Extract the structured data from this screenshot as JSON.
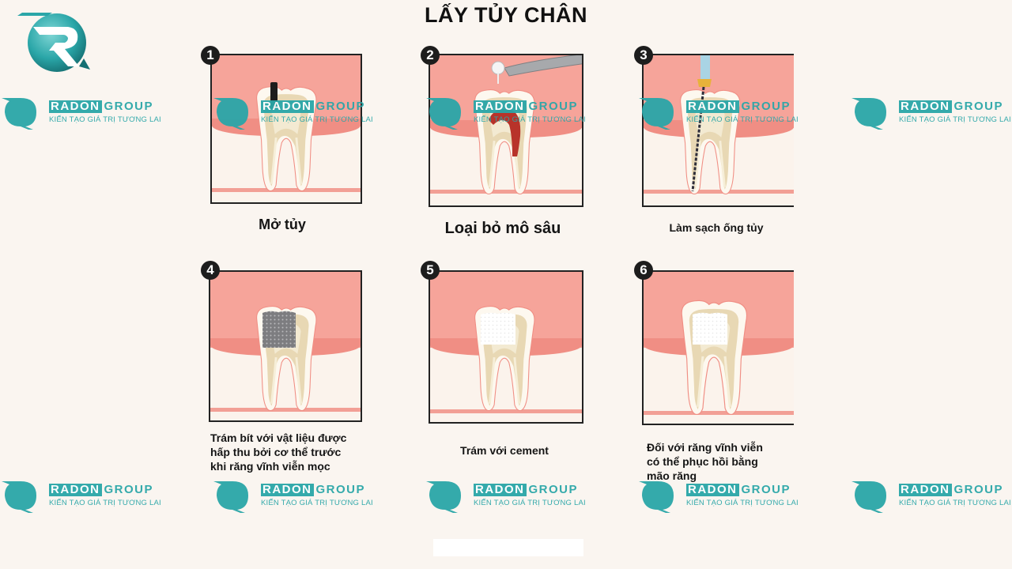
{
  "title": "LẤY TỦY CHÂN",
  "logo": {
    "brand_primary": "RADON",
    "brand_secondary": "GROUP",
    "tagline": "KIẾN TẠO GIÁ TRỊ TƯƠNG LAI",
    "icon": "radon-r-logo-icon",
    "color": "#2aa6a8"
  },
  "colors": {
    "gum": "#f6a49a",
    "gum_band": "#f08e84",
    "bone": "#fbf3ec",
    "tooth_enamel": "#fdf8ef",
    "tooth_dentin": "#e8d8b4",
    "pulp_infected": "#b8332a",
    "filling_gray": "#8a8a8c",
    "border": "#222222"
  },
  "steps": [
    {
      "number": "1",
      "caption": "Mở tủy"
    },
    {
      "number": "2",
      "caption": "Loại bỏ mô sâu"
    },
    {
      "number": "3",
      "caption": "Làm sạch ống tủy"
    },
    {
      "number": "4",
      "caption_lines": [
        "Trám bít với vật liệu được",
        "hấp thu bởi cơ thể trước",
        "khi răng vĩnh viễn mọc"
      ]
    },
    {
      "number": "5",
      "caption": "Trám với cement"
    },
    {
      "number": "6",
      "caption_lines": [
        "Đối với răng vĩnh viễn",
        "có thể phục hồi bằng",
        "mão răng"
      ]
    }
  ]
}
